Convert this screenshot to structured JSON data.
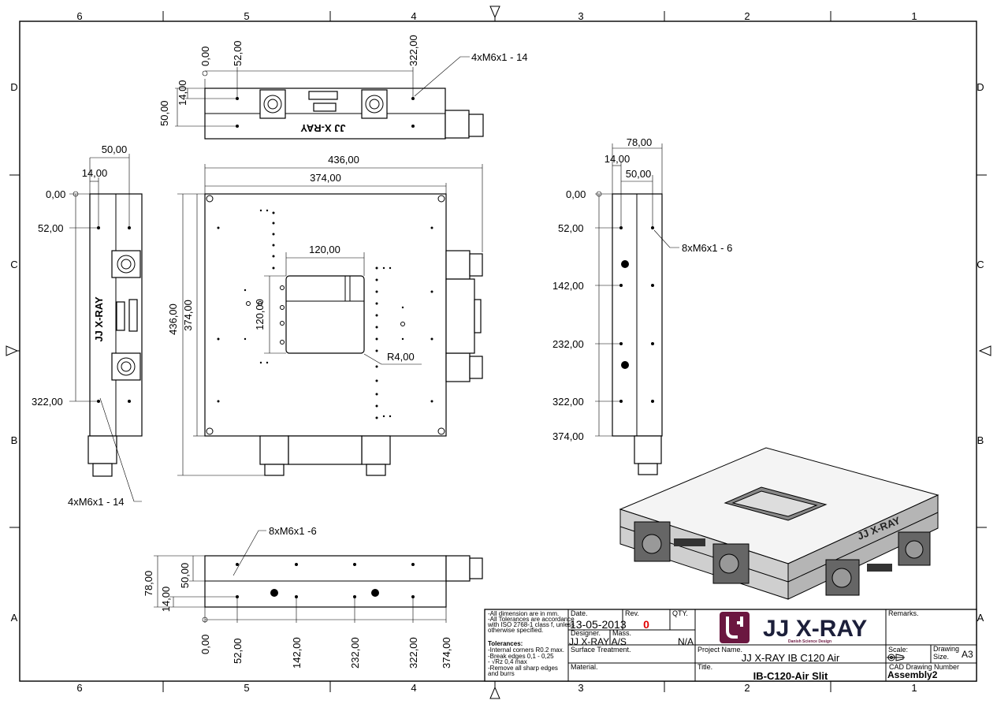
{
  "sheet": {
    "zones_columns": [
      "6",
      "5",
      "4",
      "3",
      "2",
      "1"
    ],
    "zones_rows": [
      "D",
      "C",
      "B",
      "A"
    ]
  },
  "top_view": {
    "dims": [
      "0,00",
      "52,00",
      "322,00",
      "14,00",
      "50,00"
    ],
    "callout": "4xM6x1 - 14",
    "logo_text": "JJ X-RAY"
  },
  "left_view": {
    "dims": [
      "50,00",
      "14,00",
      "0,00",
      "52,00",
      "322,00"
    ],
    "callout": "4xM6x1 - 14",
    "logo_text": "JJ X-RAY"
  },
  "main_view": {
    "dims": [
      "436,00",
      "374,00",
      "120,00",
      "120,00",
      "436,00",
      "374,00"
    ],
    "radius": "R4,00"
  },
  "right_view": {
    "dims": [
      "78,00",
      "14,00",
      "50,00",
      "0,00",
      "52,00",
      "142,00",
      "232,00",
      "322,00",
      "374,00"
    ],
    "callout": "8xM6x1 - 6"
  },
  "bottom_view": {
    "callout": "8xM6x1 -6",
    "dims_left": [
      "78,00",
      "14,00",
      "50,00"
    ],
    "dims_bottom": [
      "0,00",
      "52,00",
      "142,00",
      "232,00",
      "322,00",
      "374,00"
    ]
  },
  "title_block": {
    "notes": [
      "-All dimension are in mm.",
      "-All Tolerances are accordance",
      "with ISO 2768-1 class f, unless",
      "otherwise specified."
    ],
    "tolerances_heading": "Tolerances:",
    "tolerances": [
      "-Internal corners R0.2 max.",
      "-Break edges 0,1 - 0,25",
      "- √Rz 0,4 max",
      "-Remove all sharp edges",
      "and burrs"
    ],
    "date_label": "Date.",
    "date": "13-05-2013",
    "rev_label": "Rev.",
    "rev": "0",
    "rev_color": "#e00000",
    "qty_label": "QTY.",
    "designer_label": "Designer.",
    "designer": "JJ X-RAY A/S",
    "mass_label": "Mass.",
    "mass": "N/A",
    "surface_label": "Surface Treatment.",
    "material_label": "Material.",
    "logo_text": "JJ X-RAY",
    "logo_tagline": "Danish Science Design",
    "logo_color": "#6b1740",
    "logo_text_color": "#1c1f3a",
    "remarks_label": "Remarks.",
    "project_label": "Project Name.",
    "project": "JJ X-RAY IB C120 Air",
    "scale_label": "Scale:",
    "size_label_1": "Drawing",
    "size_label_2": "Size.",
    "size": "A3",
    "title_label": "Title.",
    "title": "IB-C120-Air Slit",
    "cad_label": "CAD Drawing Number",
    "cad_number": "Assembly2"
  }
}
